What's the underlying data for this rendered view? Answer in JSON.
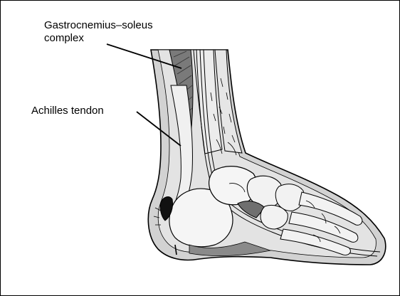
{
  "labels": {
    "gastrocnemius_line1": "Gastrocnemius–soleus",
    "gastrocnemius_line2": "complex",
    "achilles": "Achilles tendon"
  }
}
